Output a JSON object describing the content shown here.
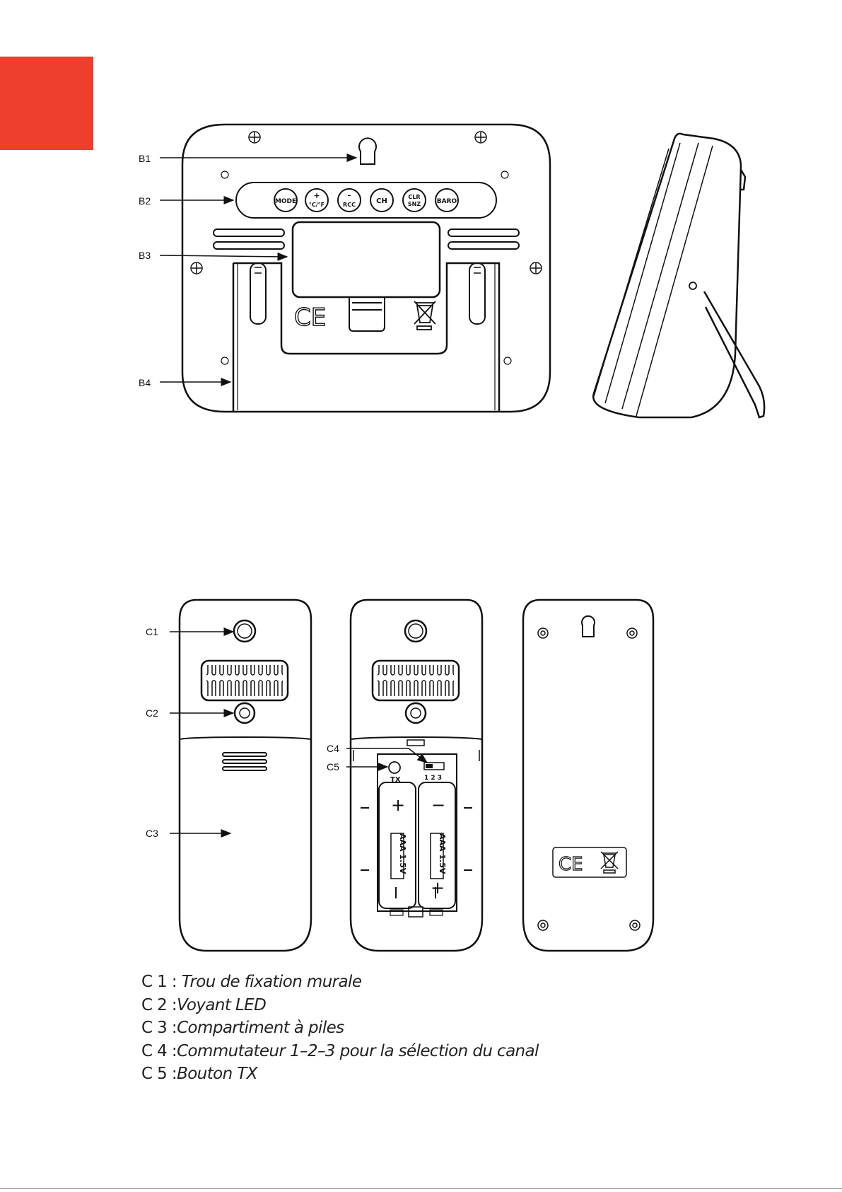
{
  "accent_color": "#ef3e2d",
  "top_figure": {
    "callouts": [
      "B1",
      "B2",
      "B3",
      "B4"
    ],
    "buttons": [
      {
        "line1": "MODE",
        "line2": ""
      },
      {
        "line1": "+",
        "line2": "°C/°F"
      },
      {
        "line1": "–",
        "line2": "RCC"
      },
      {
        "line1": "CH",
        "line2": ""
      },
      {
        "line1": "CLR",
        "line2": "SNZ"
      },
      {
        "line1": "BARO",
        "line2": ""
      }
    ],
    "ce_mark": "CE",
    "bin_icon": "crossed-bin-icon"
  },
  "bottom_figure": {
    "callouts": [
      "C1",
      "C2",
      "C3",
      "C4",
      "C5"
    ],
    "tx_label": "TX",
    "switch_numbers": "1 2 3",
    "battery_label": "AAA 1.5V",
    "plus": "+",
    "minus": "−",
    "ce_mark": "CE"
  },
  "legend": [
    {
      "code": "C 1 :",
      "text": " Trou de fixation murale"
    },
    {
      "code": "C 2 :",
      "text": "Voyant LED"
    },
    {
      "code": "C 3 :",
      "text": "Compartiment à piles"
    },
    {
      "code": "C 4 :",
      "text": "Commutateur 1–2–3 pour la sélection du canal"
    },
    {
      "code": "C 5 :",
      "text": "Bouton TX"
    }
  ]
}
